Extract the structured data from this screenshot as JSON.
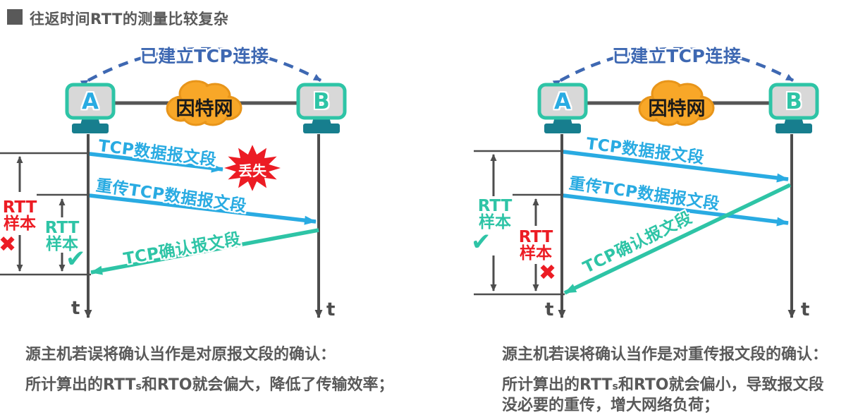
{
  "title": {
    "text": "往返时间RTT的测量比较复杂",
    "bullet_icon": "square-bullet"
  },
  "colors": {
    "title_text": "#595959",
    "data_arrow_cyan": "#29ABE2",
    "ack_arrow_teal": "#2EC4A6",
    "error_red": "#EC1C24",
    "connection_arc_blue": "#3E68B2",
    "cloud_fill": "#F8A728",
    "cloud_stroke": "#E8951A",
    "axis_gray": "#4D4D4D",
    "monitor_screen": "#D8D8D8",
    "monitor_stand_teal": "#177E8E"
  },
  "marks": {
    "check": "✔",
    "cross": "✖"
  },
  "axis": {
    "t": "t"
  },
  "diagrams": {
    "left": {
      "connection_label": "已建立TCP连接",
      "host_a": "A",
      "host_b": "B",
      "network": "因特网",
      "data_arrow": "TCP数据报文段",
      "lost": "丢失",
      "retransmit_arrow": "重传TCP数据报文段",
      "ack_arrow": "TCP确认报文段",
      "rtt_outer": {
        "l1": "RTT",
        "l2": "样本"
      },
      "rtt_inner": {
        "l1": "RTT",
        "l2": "样本"
      },
      "caption1": "源主机若误将确认当作是对原报文段的确认：",
      "caption2_pre": "所计算出的RTT",
      "caption2_sub": "s",
      "caption2_post": "和RTO就会偏大，降低了传输效率；"
    },
    "right": {
      "connection_label": "已建立TCP连接",
      "host_a": "A",
      "host_b": "B",
      "network": "因特网",
      "data_arrow": "TCP数据报文段",
      "retransmit_arrow": "重传TCP数据报文段",
      "ack_arrow": "TCP确认报文段",
      "rtt_outer": {
        "l1": "RTT",
        "l2": "样本"
      },
      "rtt_inner": {
        "l1": "RTT",
        "l2": "样本"
      },
      "caption1": "源主机若误将确认当作是对重传报文段的确认：",
      "caption2_pre": "所计算出的RTT",
      "caption2_sub": "s",
      "caption2_post": "和RTO就会偏小，导致报文段",
      "caption3": "没必要的重传，增大网络负荷；"
    }
  }
}
